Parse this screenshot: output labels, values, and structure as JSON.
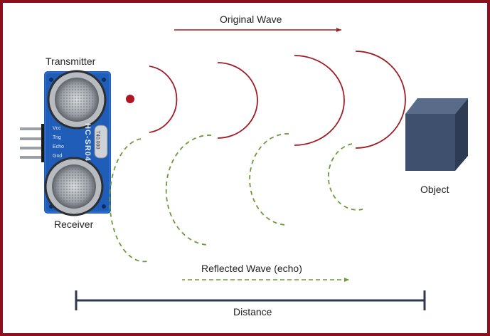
{
  "labels": {
    "original_wave": "Original Wave",
    "transmitter": "Transmitter",
    "receiver": "Receiver",
    "object": "Object",
    "reflected_wave": "Reflected Wave (echo)",
    "distance": "Distance"
  },
  "sensor": {
    "model": "HC-SR04",
    "pins": [
      "Vcc",
      "Trig",
      "Echo",
      "Gnd"
    ],
    "crystal": "T40.000"
  },
  "colors": {
    "frame": "#8b0f1c",
    "original_wave": "#a01c24",
    "reflected_wave": "#6e9a3c",
    "distance_bar": "#2f3a4f",
    "pcb": "#1f5db8",
    "object": "#3f4f6e"
  }
}
